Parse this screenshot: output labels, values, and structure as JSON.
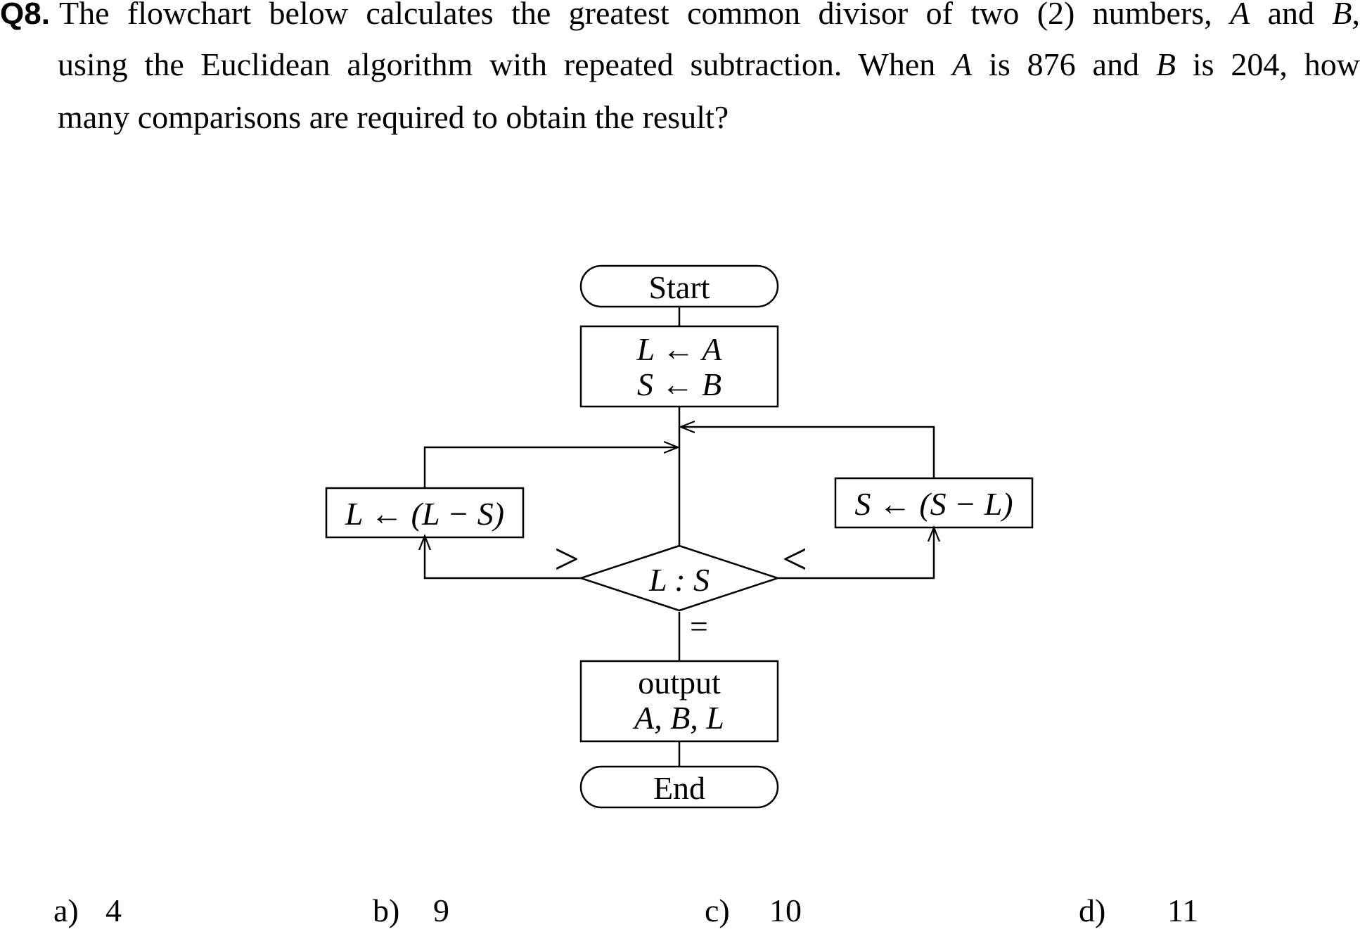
{
  "question": {
    "number": "Q8.",
    "line1": {
      "pre": "The flowchart below calculates the greatest common divisor of two (2) numbers, ",
      "var_a": "A",
      "mid": " and ",
      "var_b": "B",
      "post": ","
    },
    "line2": {
      "pre": "using the Euclidean algorithm with repeated subtraction. When ",
      "var_a": "A",
      "mid1": " is 876 and ",
      "var_b": "B",
      "post": " is 204, how"
    },
    "line3": "many comparisons are required to obtain the result?"
  },
  "flowchart": {
    "start": "Start",
    "init_line1": "L ← A",
    "init_line2": "S ← B",
    "left_process": "L ← (L − S)",
    "right_process": "S ← (S − L)",
    "decision": "L : S",
    "branch_greater": ">",
    "branch_less": "<",
    "branch_equal": "=",
    "output_line1": "output",
    "output_line2": "A, B, L",
    "end": "End"
  },
  "options": [
    {
      "letter": "a)",
      "value": "4"
    },
    {
      "letter": "b)",
      "value": "9"
    },
    {
      "letter": "c)",
      "value": "10"
    },
    {
      "letter": "d)",
      "value": "11"
    }
  ]
}
